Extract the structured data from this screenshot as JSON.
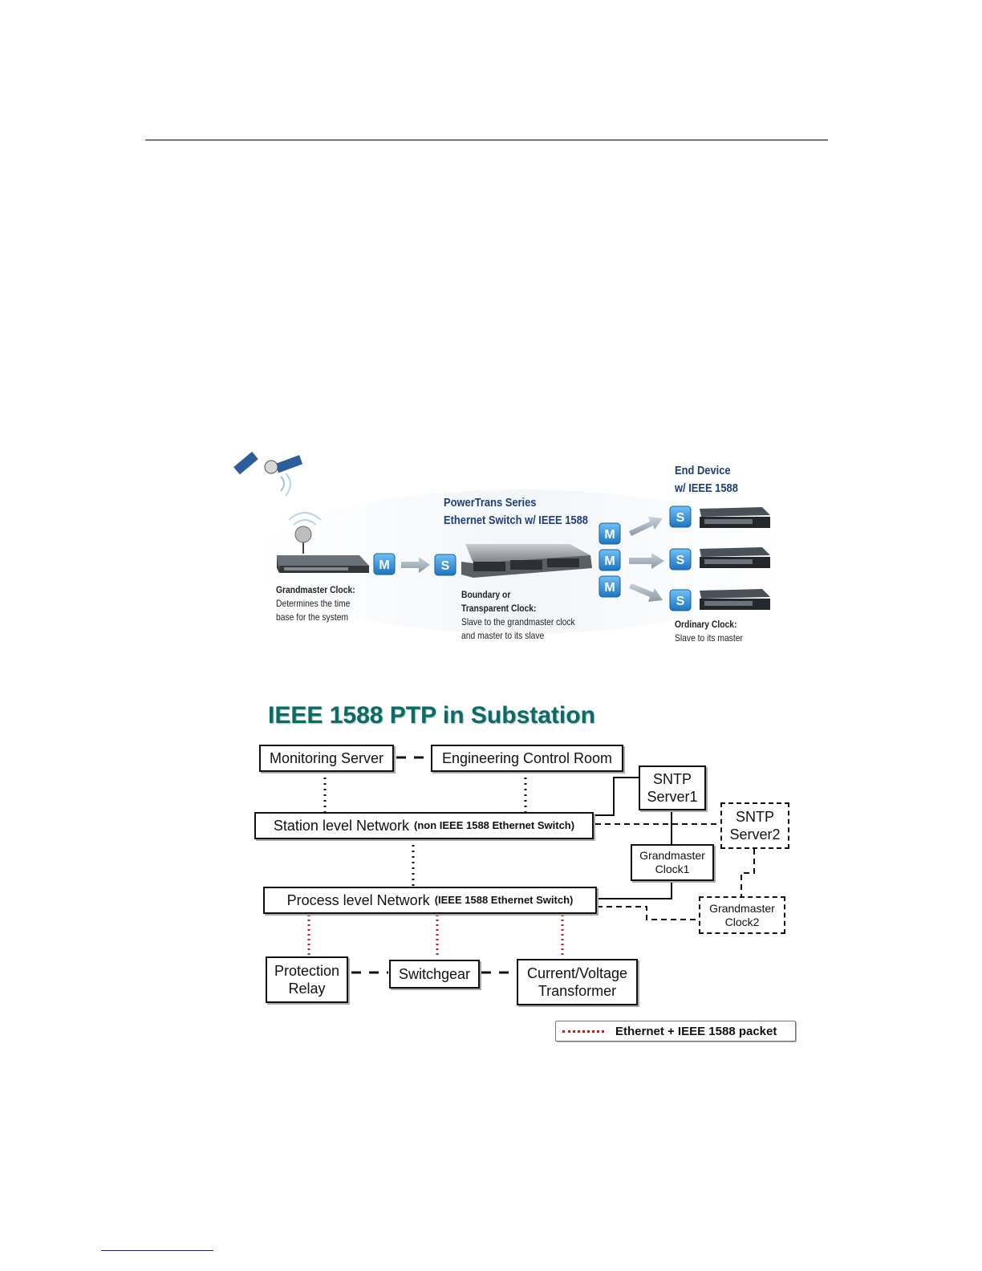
{
  "top_diagram": {
    "switch_title": [
      "PowerTrans Series",
      "Ethernet Switch w/ IEEE 1588"
    ],
    "end_device_title": [
      "End Device",
      "w/ IEEE 1588"
    ],
    "grandmaster": {
      "heading": "Grandmaster Clock:",
      "lines": [
        "Determines the time",
        "base for the system"
      ]
    },
    "boundary": {
      "heading": [
        "Boundary or",
        "Transparent Clock:"
      ],
      "lines": [
        "Slave to the grandmaster clock",
        "and master to its slave"
      ]
    },
    "ordinary": {
      "heading": "Ordinary Clock:",
      "lines": [
        "Slave to its master"
      ]
    },
    "master_badge": "M",
    "slave_badge": "S",
    "badge_color": "#2f8fd6"
  },
  "substation": {
    "title": "IEEE 1588 PTP in Substation",
    "monitoring_server": "Monitoring Server",
    "engineering_room": "Engineering Control Room",
    "sntp1": [
      "SNTP",
      "Server1"
    ],
    "sntp2": [
      "SNTP",
      "Server2"
    ],
    "station_network": {
      "main": "Station level Network",
      "note": "(non IEEE 1588 Ethernet Switch)"
    },
    "process_network": {
      "main": "Process level Network",
      "note": "(IEEE 1588 Ethernet Switch)"
    },
    "grandmaster1": [
      "Grandmaster",
      "Clock1"
    ],
    "grandmaster2": [
      "Grandmaster",
      "Clock2"
    ],
    "protection_relay": [
      "Protection",
      "Relay"
    ],
    "switchgear": "Switchgear",
    "transformer": [
      "Current/Voltage",
      "Transformer"
    ],
    "legend": "Ethernet + IEEE 1588 packet",
    "packet_color": "#c01c1c"
  }
}
